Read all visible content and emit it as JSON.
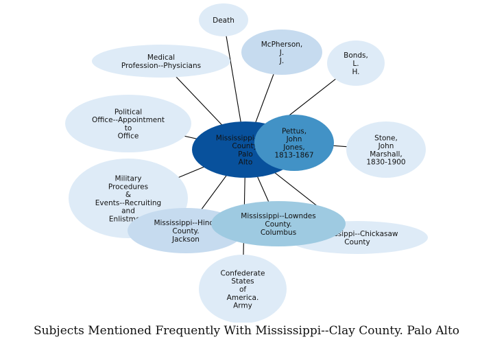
{
  "title": "Subjects Mentioned Frequently With Mississippi--Clay County. Palo Alto",
  "colors": {
    "center": "#08519c",
    "pettus": "#4292c6",
    "lowndes": "#9ecae1",
    "mid": "#c6dbef",
    "light": "#deebf7",
    "edge": "#000000"
  },
  "nodes": [
    {
      "id": "death",
      "label": [
        "Death"
      ],
      "shade": "light"
    },
    {
      "id": "mcpherson",
      "label": [
        "McPherson,",
        "J.",
        "J."
      ],
      "shade": "mid"
    },
    {
      "id": "bonds",
      "label": [
        "Bonds,",
        "L.",
        "H."
      ],
      "shade": "light"
    },
    {
      "id": "medical",
      "label": [
        "Medical",
        "Profession--Physicians"
      ],
      "shade": "light"
    },
    {
      "id": "political",
      "label": [
        "Political",
        "Office--Appointment",
        "to",
        "Office"
      ],
      "shade": "light"
    },
    {
      "id": "stone",
      "label": [
        "Stone,",
        "John",
        "Marshall,",
        "1830-1900"
      ],
      "shade": "light"
    },
    {
      "id": "military",
      "label": [
        "Military",
        "Procedures",
        "&",
        "Events--Recruiting",
        "and",
        "Enlistment"
      ],
      "shade": "light"
    },
    {
      "id": "chickasaw",
      "label": [
        "Mississippi--Chickasaw",
        "County"
      ],
      "shade": "light"
    },
    {
      "id": "confederate",
      "label": [
        "Confederate",
        "States",
        "of",
        "America.",
        "Army"
      ],
      "shade": "light"
    },
    {
      "id": "hinds",
      "label": [
        "Mississippi--Hinds",
        "County.",
        "Jackson"
      ],
      "shade": "mid"
    },
    {
      "id": "center",
      "label": [
        "Mississippi--Clay",
        "County.",
        "Palo",
        "Alto"
      ],
      "shade": "center"
    },
    {
      "id": "lowndes",
      "label": [
        "Mississippi--Lowndes",
        "County.",
        "Columbus"
      ],
      "shade": "lowndes"
    },
    {
      "id": "pettus",
      "label": [
        "Pettus,",
        "John",
        "Jones,",
        "1813-1867"
      ],
      "shade": "pettus"
    }
  ],
  "edges": [
    [
      "center",
      "death"
    ],
    [
      "center",
      "mcpherson"
    ],
    [
      "center",
      "bonds"
    ],
    [
      "center",
      "medical"
    ],
    [
      "center",
      "political"
    ],
    [
      "center",
      "military"
    ],
    [
      "center",
      "hinds"
    ],
    [
      "center",
      "confederate"
    ],
    [
      "center",
      "lowndes"
    ],
    [
      "center",
      "chickasaw"
    ],
    [
      "center",
      "pettus"
    ],
    [
      "pettus",
      "stone"
    ]
  ]
}
